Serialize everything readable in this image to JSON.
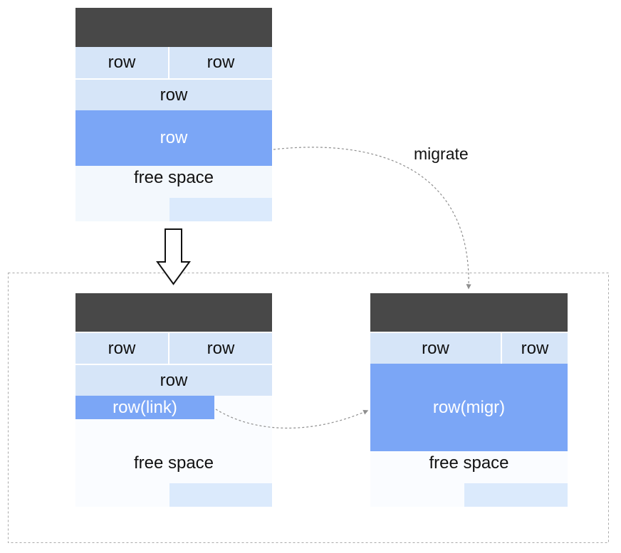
{
  "colors": {
    "header": "#484848",
    "row": "#d6e5f8",
    "row_highlight": "#7ba6f6",
    "free_space_top": "#f3f8fd",
    "free_space": "#fafcff",
    "free_slot": "#dbeafc",
    "divider": "#ffffff",
    "arrow_dash": "#9a9a9a"
  },
  "original_page": {
    "row_a": "row",
    "row_b": "row",
    "row_full": "row",
    "row_moving": "row",
    "free": "free space"
  },
  "migrate_label": "migrate",
  "page_after": {
    "row_a": "row",
    "row_b": "row",
    "row_full": "row",
    "row_link": "row(link)",
    "free": "free space"
  },
  "target_page": {
    "row_a": "row",
    "row_b": "row",
    "row_migr": "row(migr)",
    "free": "free space"
  }
}
